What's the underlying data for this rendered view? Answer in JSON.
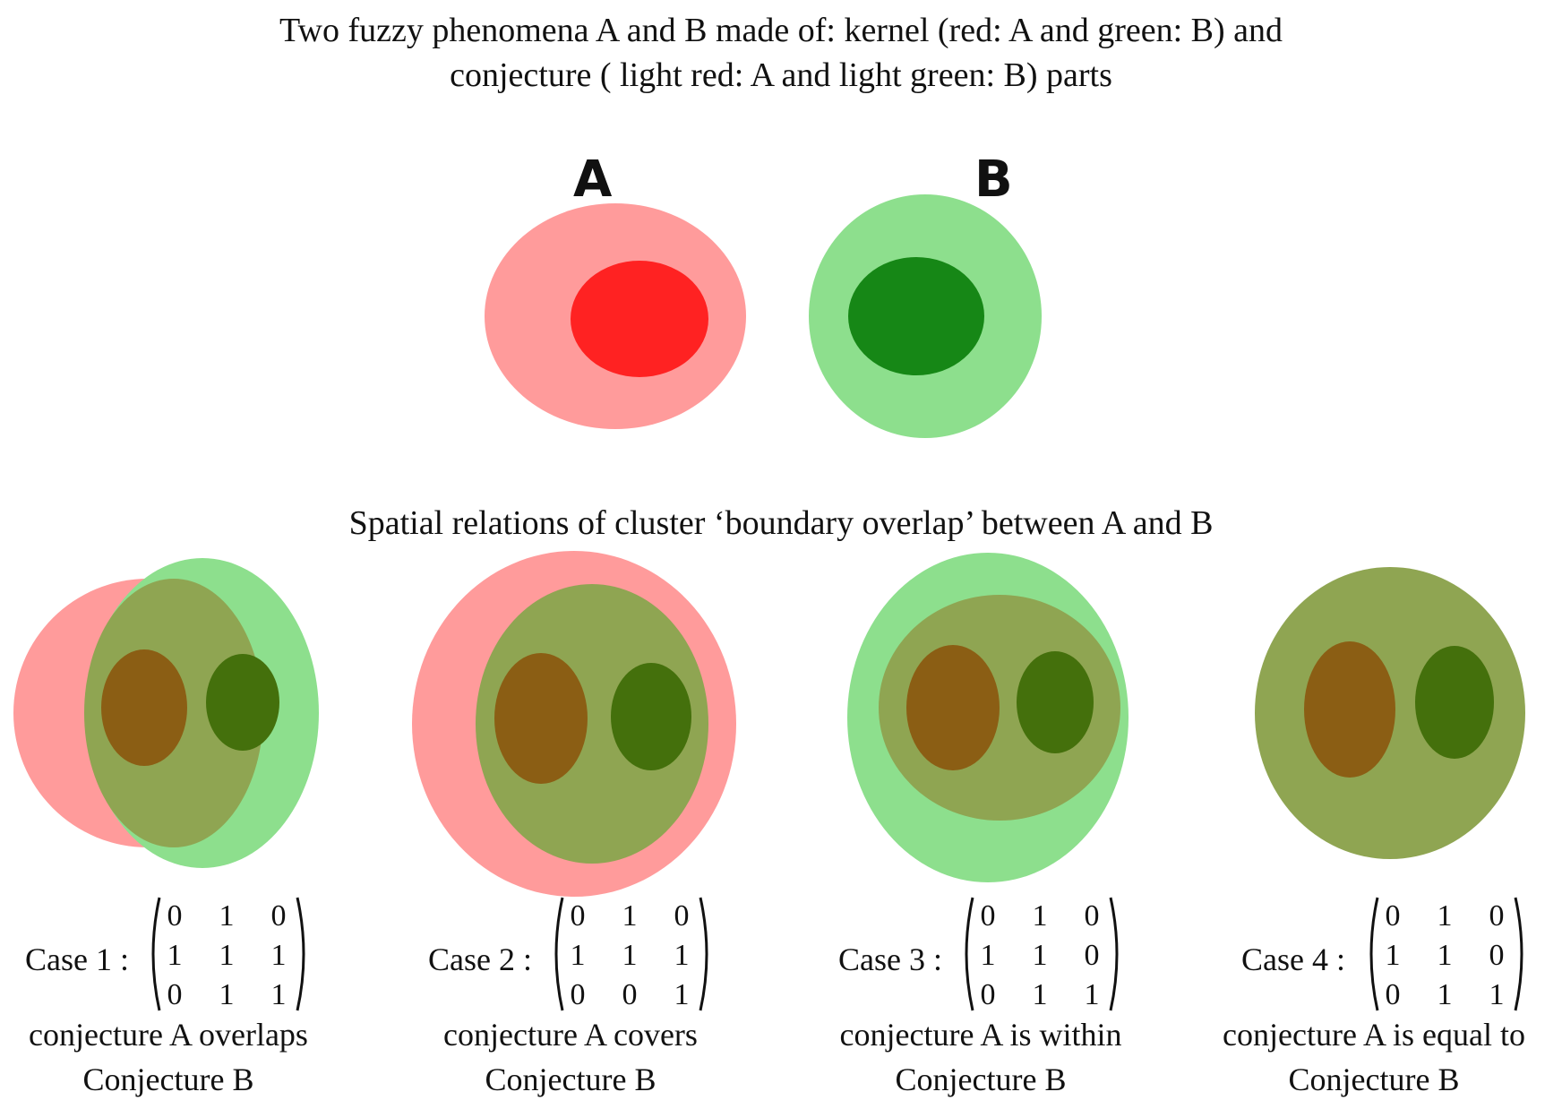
{
  "title": {
    "line1": "Two fuzzy phenomena A and B made of:  kernel (red: A and green: B) and",
    "line2": "conjecture ( light red: A and light green: B) parts"
  },
  "phenomena": {
    "a_label": "A",
    "b_label": "B"
  },
  "subtitle": "Spatial relations of cluster ‘boundary overlap’ between A and B",
  "colors": {
    "light_red": "#ff9b9b",
    "red": "#ff2222",
    "light_green": "#8ddf8d",
    "green": "#168716",
    "overlap_olive": "#8fa552",
    "kernel_a_overlap": "#8b5e14",
    "kernel_b_overlap": "#44700c"
  },
  "cases": [
    {
      "label": "Case 1 :",
      "matrix": [
        [
          "0",
          "1",
          "0"
        ],
        [
          "1",
          "1",
          "1"
        ],
        [
          "0",
          "1",
          "1"
        ]
      ],
      "desc_line1": "conjecture A overlaps",
      "desc_line2": "Conjecture B"
    },
    {
      "label": "Case 2 :",
      "matrix": [
        [
          "0",
          "1",
          "0"
        ],
        [
          "1",
          "1",
          "1"
        ],
        [
          "0",
          "0",
          "1"
        ]
      ],
      "desc_line1": "conjecture A covers",
      "desc_line2": "Conjecture B"
    },
    {
      "label": "Case 3 :",
      "matrix": [
        [
          "0",
          "1",
          "0"
        ],
        [
          "1",
          "1",
          "0"
        ],
        [
          "0",
          "1",
          "1"
        ]
      ],
      "desc_line1": "conjecture A is within",
      "desc_line2": "Conjecture B"
    },
    {
      "label": "Case 4 :",
      "matrix": [
        [
          "0",
          "1",
          "0"
        ],
        [
          "1",
          "1",
          "0"
        ],
        [
          "0",
          "1",
          "1"
        ]
      ],
      "desc_line1": "conjecture A is equal to",
      "desc_line2": "Conjecture B"
    }
  ]
}
